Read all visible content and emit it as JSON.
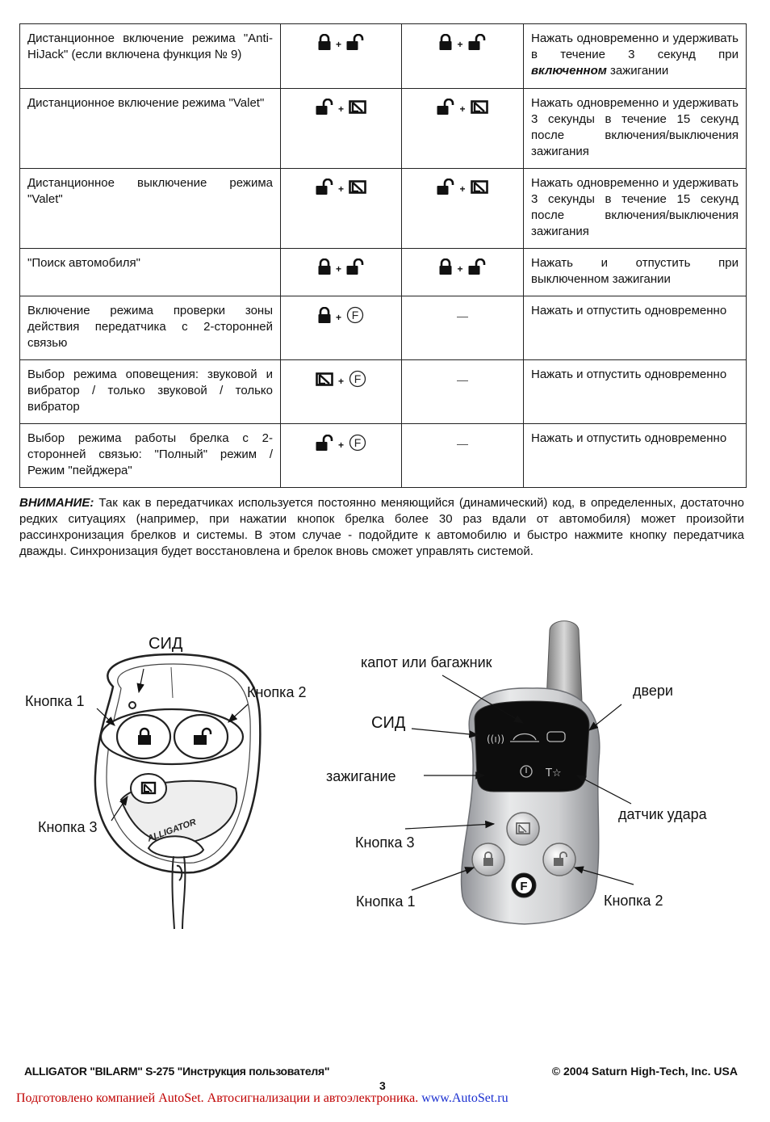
{
  "table": {
    "rows": [
      {
        "desc": "Дистанционное включение режима \"Anti-HiJack\" (если включена функция № 9)",
        "btn1": [
          "lock-closed-icon",
          "lock-open-icon"
        ],
        "btn2": [
          "lock-closed-icon",
          "lock-open-icon"
        ],
        "act_pre": "Нажать одновременно и удерживать в течение 3 секунд при ",
        "act_em": "включенном",
        "act_post": " зажигании"
      },
      {
        "desc": "Дистанционное включение режима \"Valet\"",
        "btn1": [
          "lock-open-icon",
          "valet-icon"
        ],
        "btn2": [
          "lock-open-icon",
          "valet-icon"
        ],
        "act_pre": "Нажать одновременно и удерживать 3 секунды в течение 15 секунд после включения/выключения зажигания",
        "act_em": "",
        "act_post": ""
      },
      {
        "desc": "Дистанционное выключение режима \"Valet\"",
        "btn1": [
          "lock-open-icon",
          "valet-icon"
        ],
        "btn2": [
          "lock-open-icon",
          "valet-icon"
        ],
        "act_pre": "Нажать одновременно и удерживать 3 секунды в течение 15 секунд после включения/выключения зажигания",
        "act_em": "",
        "act_post": ""
      },
      {
        "desc": "\"Поиск автомобиля\"",
        "btn1": [
          "lock-closed-icon",
          "lock-open-icon"
        ],
        "btn2": [
          "lock-closed-icon",
          "lock-open-icon"
        ],
        "act_pre": "Нажать и отпустить при выключенном зажигании",
        "act_em": "",
        "act_post": ""
      },
      {
        "desc": "Включение режима проверки зоны действия передатчика с 2-сторонней связью",
        "btn1": [
          "lock-closed-icon",
          "f-button-icon"
        ],
        "btn2": "---",
        "act_pre": "Нажать и отпустить одновременно",
        "act_em": "",
        "act_post": ""
      },
      {
        "desc": "Выбор режима оповещения: звуковой и вибратор / только звуковой / только вибратор",
        "btn1": [
          "valet-icon",
          "f-button-icon"
        ],
        "btn2": "---",
        "act_pre": "Нажать и отпустить одновременно",
        "act_em": "",
        "act_post": ""
      },
      {
        "desc": "Выбор режима работы брелка с 2-сторонней связью: \"Полный\" режим / Режим \"пейджера\"",
        "btn1": [
          "lock-open-icon",
          "f-button-icon"
        ],
        "btn2": "---",
        "act_pre": "Нажать и отпустить одновременно",
        "act_em": "",
        "act_post": ""
      }
    ],
    "plus": "+",
    "dash": "---"
  },
  "note": {
    "warning": "ВНИМАНИЕ:",
    "text": " Так как в передатчиках используется постоянно меняющийся (динамический) код, в определенных, достаточно редких ситуациях (например, при нажатии кнопок брелка более 30 раз вдали от автомобиля) может произойти рассинхронизация брелков и системы. В этом случае - подойдите к автомобилю и быстро нажмите кнопку передатчика дважды. Синхронизация будет восстановлена и брелок вновь сможет управлять системой."
  },
  "left_remote": {
    "led": "СИД",
    "button1": "Кнопка 1",
    "button2": "Кнопка 2",
    "button3": "Кнопка 3",
    "brand": "ALLIGATOR"
  },
  "right_remote": {
    "hood": "капот или багажник",
    "doors": "двери",
    "led": "СИД",
    "ignition": "зажигание",
    "shock": "датчик удара",
    "button3": "Кнопка 3",
    "button1": "Кнопка 1",
    "button2": "Кнопка 2",
    "f_button": "F"
  },
  "footer": {
    "title": "ALLIGATOR \"BILARM\" S-275 \"Инструкция пользователя\"",
    "copyright": "© 2004 Saturn High-Tech, Inc. USA",
    "page": "3",
    "credit": "Подготовлено компанией AutoSet. Автосигнализации и автоэлектроника. ",
    "credit_link": "www.AutoSet.ru"
  }
}
